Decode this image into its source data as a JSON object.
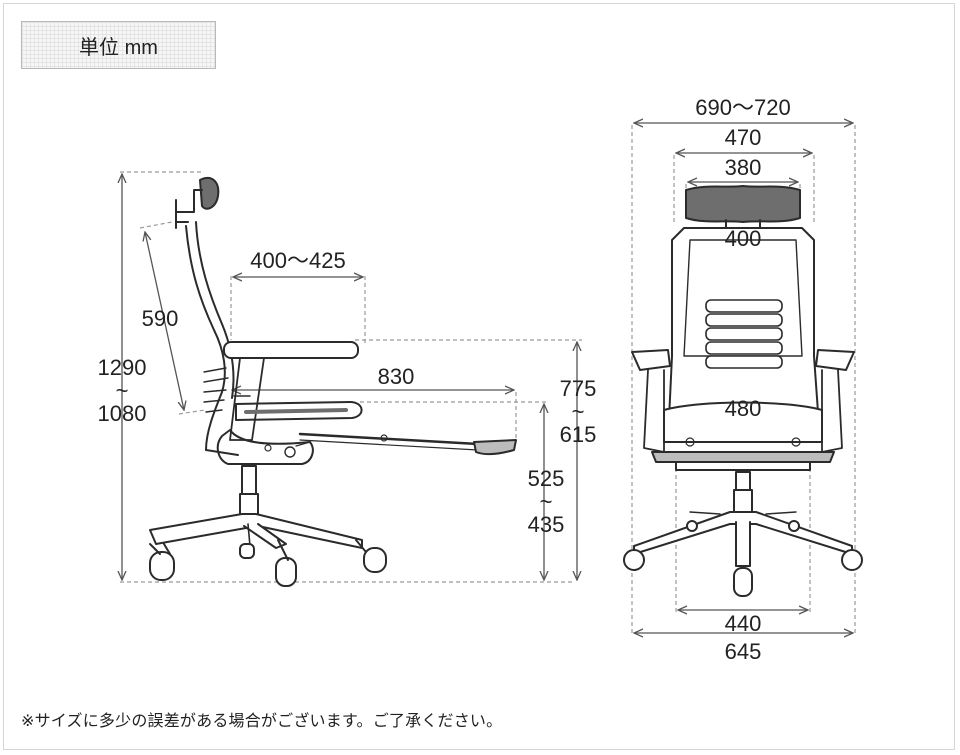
{
  "unit_label": "単位 mm",
  "note": "※サイズに多少の誤差がある場合がございます。ご了承ください。",
  "side_view": {
    "height_top": "1290",
    "height_sep": "~",
    "height_bottom": "1080",
    "back_height": "590",
    "arm_depth": "400〜425",
    "leg_rest_length": "830",
    "arm_height_top": "775",
    "arm_height_sep": "~",
    "arm_height_bottom": "615",
    "seat_height_top": "525",
    "seat_height_sep": "~",
    "seat_height_bottom": "435"
  },
  "front_view": {
    "overall_width": "690〜720",
    "back_width": "470",
    "headrest_width": "380",
    "back_inner_width": "400",
    "seat_width": "480",
    "caster_span": "440",
    "base_width": "645"
  },
  "colors": {
    "line": "#2b2b2b",
    "dim_line": "#555555",
    "dashed": "#9a9a9a",
    "fill_mid": "#bcbcbc",
    "fill_dark": "#6e6e6e"
  }
}
